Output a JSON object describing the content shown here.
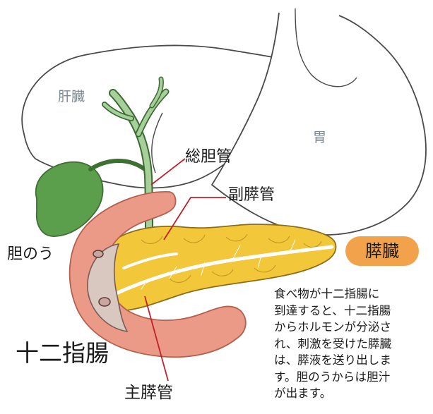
{
  "labels": {
    "liver": "肝臓",
    "stomach": "胃",
    "common_bile_duct": "総胆管",
    "accessory_pancreatic_duct": "副膵管",
    "gallbladder": "胆のう",
    "duodenum": "十二指腸",
    "main_pancreatic_duct": "主膵管",
    "pancreas": "膵臓"
  },
  "description_lines": [
    "食べ物が十二指腸に",
    "到達すると、十二指腸",
    "からホルモンが分泌さ",
    "れ、刺激を受けた膵臓",
    "は、膵液を送り出しま",
    "す。胆のうからは胆汁",
    "が出ます。"
  ],
  "colors": {
    "outline": "#4a4a4a",
    "pancreas": "#f2c73a",
    "duodenum": "#ea9a86",
    "duodenum_wall": "#d9786a",
    "gallbladder": "#5b9e4c",
    "bile_duct": "#a6cf9a",
    "badge": "#f2a24b",
    "pointer": "#c0202a",
    "gray_label": "#7d8a93"
  }
}
